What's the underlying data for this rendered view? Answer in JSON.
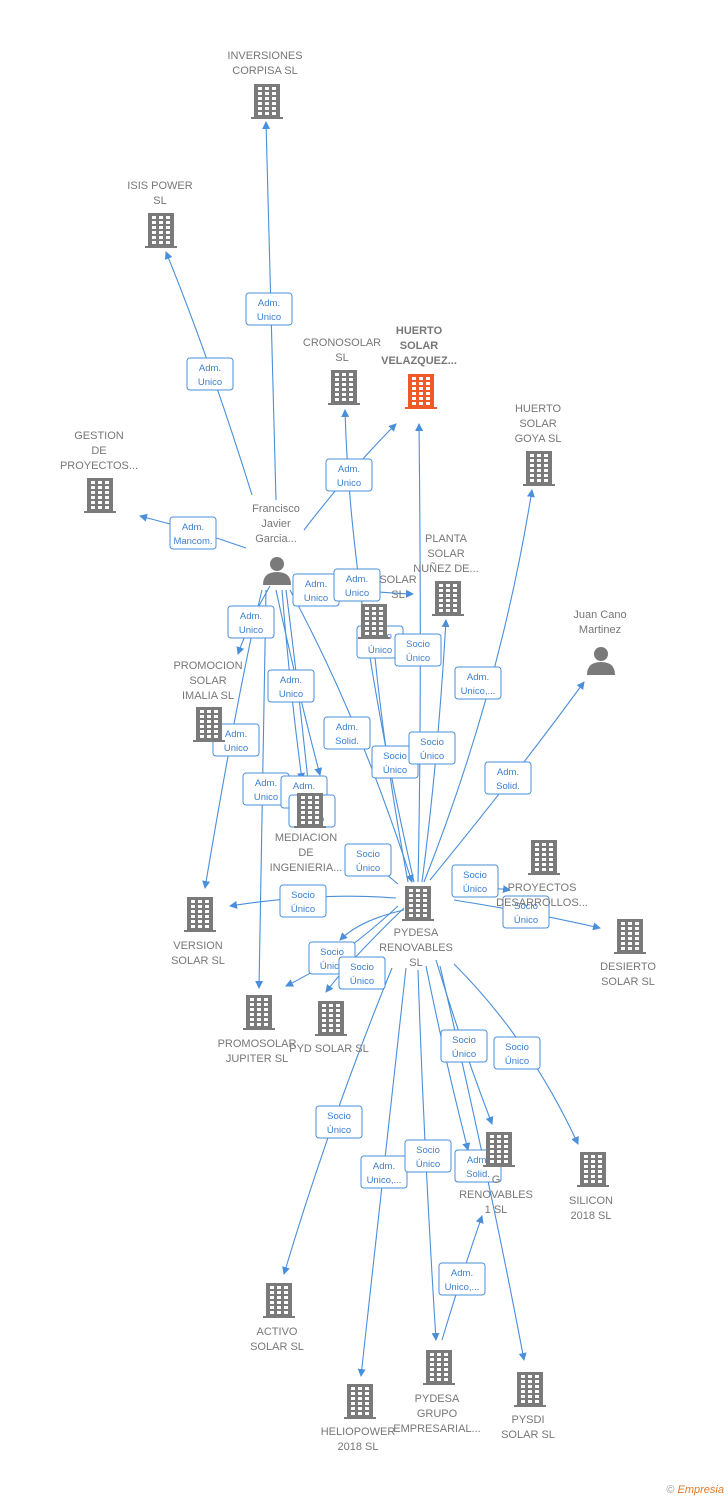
{
  "colors": {
    "edge": "#4a8fd9",
    "company": "#7a7a7a",
    "focus": "#f05a28",
    "person": "#7a7a7a",
    "label": "#777777"
  },
  "nodes": [
    {
      "id": "inversiones",
      "type": "company",
      "icon": "building-icon",
      "lines": [
        "INVERSIONES",
        "CORPISA  SL"
      ]
    },
    {
      "id": "isis",
      "type": "company",
      "icon": "building-icon",
      "lines": [
        "ISIS POWER",
        "SL"
      ]
    },
    {
      "id": "cronosolar",
      "type": "company",
      "icon": "building-icon",
      "lines": [
        "CRONOSOLAR",
        "SL"
      ]
    },
    {
      "id": "huerto_velazquez",
      "type": "focus",
      "icon": "building-icon",
      "lines": [
        "HUERTO",
        "SOLAR",
        "VELAZQUEZ..."
      ]
    },
    {
      "id": "huerto_goya",
      "type": "company",
      "icon": "building-icon",
      "lines": [
        "HUERTO",
        "SOLAR",
        "GOYA  SL"
      ]
    },
    {
      "id": "gestion",
      "type": "company",
      "icon": "building-icon",
      "lines": [
        "GESTION",
        "DE",
        "PROYECTOS..."
      ]
    },
    {
      "id": "francisco",
      "type": "person",
      "icon": "person-icon",
      "lines": [
        "Francisco",
        "Javier",
        "Garcia..."
      ]
    },
    {
      "id": "planta_nunez",
      "type": "company",
      "icon": "building-icon",
      "lines": [
        "PLANTA",
        "SOLAR",
        "NUÑEZ DE..."
      ]
    },
    {
      "id": "solar_hidden",
      "type": "company",
      "icon": "building-icon",
      "lines": [
        "SOLAR",
        "SL"
      ]
    },
    {
      "id": "juan",
      "type": "person",
      "icon": "person-icon",
      "lines": [
        "Juan Cano",
        "Martinez"
      ]
    },
    {
      "id": "promocion_imalia",
      "type": "company",
      "icon": "building-icon",
      "lines": [
        "PROMOCION",
        "SOLAR",
        "IMALIA  SL"
      ]
    },
    {
      "id": "mediacion",
      "type": "company",
      "icon": "building-icon",
      "lines": [
        "MEDIACION",
        "DE",
        "INGENIERIA..."
      ]
    },
    {
      "id": "proyectos",
      "type": "company",
      "icon": "building-icon",
      "lines": [
        "PROYECTOS",
        "DESARROLLOS..."
      ]
    },
    {
      "id": "pydesa",
      "type": "company",
      "icon": "building-icon",
      "lines": [
        "PYDESA",
        "RENOVABLES",
        "SL"
      ]
    },
    {
      "id": "version",
      "type": "company",
      "icon": "building-icon",
      "lines": [
        "VERSION",
        "SOLAR  SL"
      ]
    },
    {
      "id": "desierto",
      "type": "company",
      "icon": "building-icon",
      "lines": [
        "DESIERTO",
        "SOLAR  SL"
      ]
    },
    {
      "id": "promosolar",
      "type": "company",
      "icon": "building-icon",
      "lines": [
        "PROMOSOLAR",
        "JUPITER  SL"
      ]
    },
    {
      "id": "pyd",
      "type": "company",
      "icon": "building-icon",
      "lines": [
        "PYD SOLAR  SL"
      ]
    },
    {
      "id": "g_renovables",
      "type": "company",
      "icon": "building-icon",
      "lines": [
        "G",
        "RENOVABLES",
        "1  SL"
      ]
    },
    {
      "id": "silicon",
      "type": "company",
      "icon": "building-icon",
      "lines": [
        "SILICON",
        "2018  SL"
      ]
    },
    {
      "id": "activo",
      "type": "company",
      "icon": "building-icon",
      "lines": [
        "ACTIVO",
        "SOLAR  SL"
      ]
    },
    {
      "id": "heliopower",
      "type": "company",
      "icon": "building-icon",
      "lines": [
        "HELIOPOWER",
        "2018  SL"
      ]
    },
    {
      "id": "pydesa_grupo",
      "type": "company",
      "icon": "building-icon",
      "lines": [
        "PYDESA",
        "GRUPO",
        "EMPRESARIAL..."
      ]
    },
    {
      "id": "pysdi",
      "type": "company",
      "icon": "building-icon",
      "lines": [
        "PYSDI",
        "SOLAR  SL"
      ]
    }
  ],
  "edges": [
    {
      "lines": [
        "Adm.",
        "Unico"
      ]
    },
    {
      "lines": [
        "Adm.",
        "Unico"
      ]
    },
    {
      "lines": [
        "Adm.",
        "Unico"
      ]
    },
    {
      "lines": [
        "Adm.",
        "Mancom."
      ]
    },
    {
      "lines": [
        "Adm.",
        "Unico"
      ]
    },
    {
      "lines": [
        "Adm.",
        "Unico"
      ]
    },
    {
      "lines": [
        "Adm.",
        "Unico"
      ]
    },
    {
      "lines": [
        "Adm.",
        "Unico"
      ]
    },
    {
      "lines": [
        "Adm.",
        "Unico"
      ]
    },
    {
      "lines": [
        "Adm.",
        "Unico"
      ]
    },
    {
      "lines": [
        "Adm.",
        "Unico"
      ]
    },
    {
      "lines": [
        "Adm.",
        "Unico"
      ]
    },
    {
      "lines": [
        "Adm.",
        "Solid."
      ]
    },
    {
      "lines": [
        "Socio",
        "Único"
      ]
    },
    {
      "lines": [
        "Socio",
        "Único"
      ]
    },
    {
      "lines": [
        "Socio",
        "Único"
      ]
    },
    {
      "lines": [
        "Socio",
        "Único"
      ]
    },
    {
      "lines": [
        "Adm.",
        "Unico,..."
      ]
    },
    {
      "lines": [
        "Adm.",
        "Solid."
      ]
    },
    {
      "lines": [
        "Socio",
        "Único"
      ]
    },
    {
      "lines": [
        "Socio",
        "Único"
      ]
    },
    {
      "lines": [
        "Socio",
        "Único"
      ]
    },
    {
      "lines": [
        "Socio",
        "Único"
      ]
    },
    {
      "lines": [
        "Socio",
        "Único"
      ]
    },
    {
      "lines": [
        "Socio",
        "Único"
      ]
    },
    {
      "lines": [
        "Socio",
        "Único"
      ]
    },
    {
      "lines": [
        "Socio",
        "Único"
      ]
    },
    {
      "lines": [
        "Socio",
        "Único"
      ]
    },
    {
      "lines": [
        "Adm.",
        "Unico,..."
      ]
    },
    {
      "lines": [
        "Socio",
        "Único"
      ]
    },
    {
      "lines": [
        "Socio",
        "Único"
      ]
    },
    {
      "lines": [
        "Adm.",
        "Solid."
      ]
    },
    {
      "lines": [
        "Adm.",
        "Unico,..."
      ]
    },
    {
      "lines": [
        "Socio",
        "Único"
      ]
    }
  ],
  "footer": {
    "copyright": "©",
    "brand": "Empresia"
  }
}
